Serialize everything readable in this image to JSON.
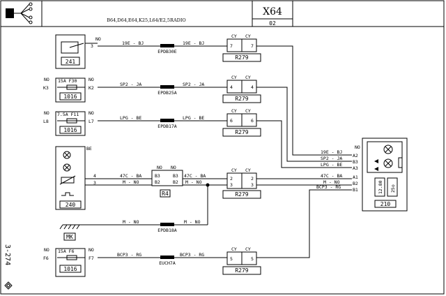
{
  "title_block": {
    "vehicle_codes": "B64,D64,E64,K25,L64/E2,5RADIO",
    "sheet_code": "X64",
    "sheet_index": "02"
  },
  "page_number": "3-274",
  "components": {
    "c241": "241",
    "c1016": "1016",
    "c240": "240",
    "c210": "210",
    "relay": "R4",
    "ground": "MK",
    "connector": "R279",
    "conn_side": "BE",
    "fuse_30": "15A  F30",
    "fuse_11": "7.5A F11",
    "fuse_6": "15A  F6",
    "val_1280": "12.80",
    "val_25o": "25o"
  },
  "labels": {
    "cy": "CY",
    "no": "NO",
    "be": "BE",
    "k3": "K3",
    "k2": "K2",
    "l8": "L8",
    "l7": "L7",
    "f6": "F6",
    "f7": "F7",
    "pin3": "3",
    "pin4": "4",
    "pin7": "7",
    "pin6": "6",
    "pin2": "2",
    "pin5": "5",
    "b3": "B3",
    "b2": "B2",
    "a2": "A2",
    "a3": "A3",
    "a1": "A1",
    "b1": "B1"
  },
  "wires": {
    "w19e": "19E - BJ",
    "sp2": "SP2 - JA",
    "lpg": "LPG - BE",
    "w47c": "47C - BA",
    "mno": "M - NO",
    "bcp3": "BCP3 - RG",
    "r19e": "19E - BJ",
    "rsp2": "SP2 - JA",
    "rlpg": "LPG - BE",
    "r47c": "47C - BA",
    "rmno": "M - NO",
    "rbcp3": "BCP3 - RG"
  },
  "splices": {
    "s1": "EPDB30E",
    "s2": "EPDB25A",
    "s3": "EPDB17A",
    "s4": "EPDB18A",
    "s5": "EUCH7A"
  }
}
